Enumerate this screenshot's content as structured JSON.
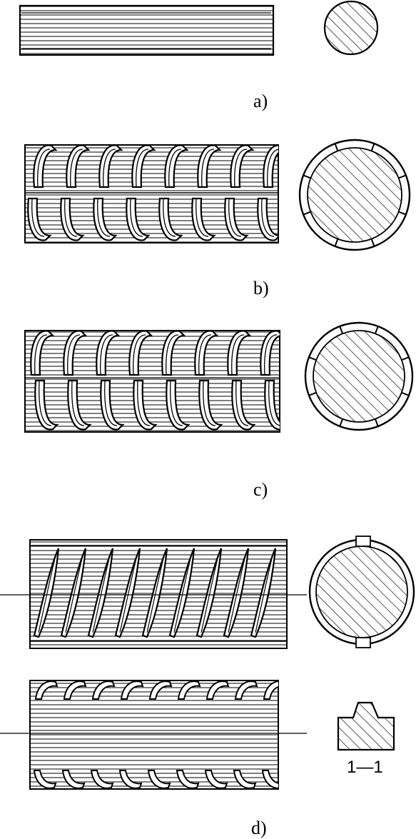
{
  "figure": {
    "panels": [
      {
        "id": "a",
        "label": "a)",
        "kind": "plain-round-bar"
      },
      {
        "id": "b",
        "label": "b)",
        "kind": "herringbone-ribbed-bar"
      },
      {
        "id": "c",
        "label": "c)",
        "kind": "crescent-ribbed-bar"
      },
      {
        "id": "d",
        "label": "d)",
        "kind": "spiral-and-crescent-ribbed-bars"
      }
    ],
    "section_label": "1—1",
    "ink_color": "#000000"
  }
}
